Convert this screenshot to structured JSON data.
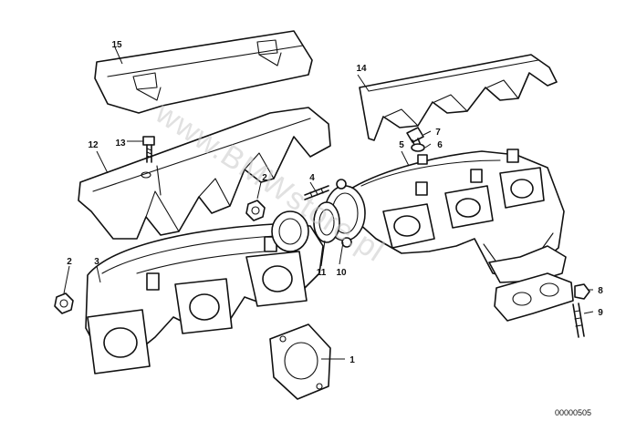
{
  "diagram": {
    "catalog_number": "00000505",
    "watermark": "www.BMWstore.pl",
    "callouts": [
      "1",
      "2",
      "2",
      "3",
      "4",
      "5",
      "6",
      "7",
      "8",
      "9",
      "10",
      "11",
      "12",
      "13",
      "14",
      "15"
    ]
  }
}
